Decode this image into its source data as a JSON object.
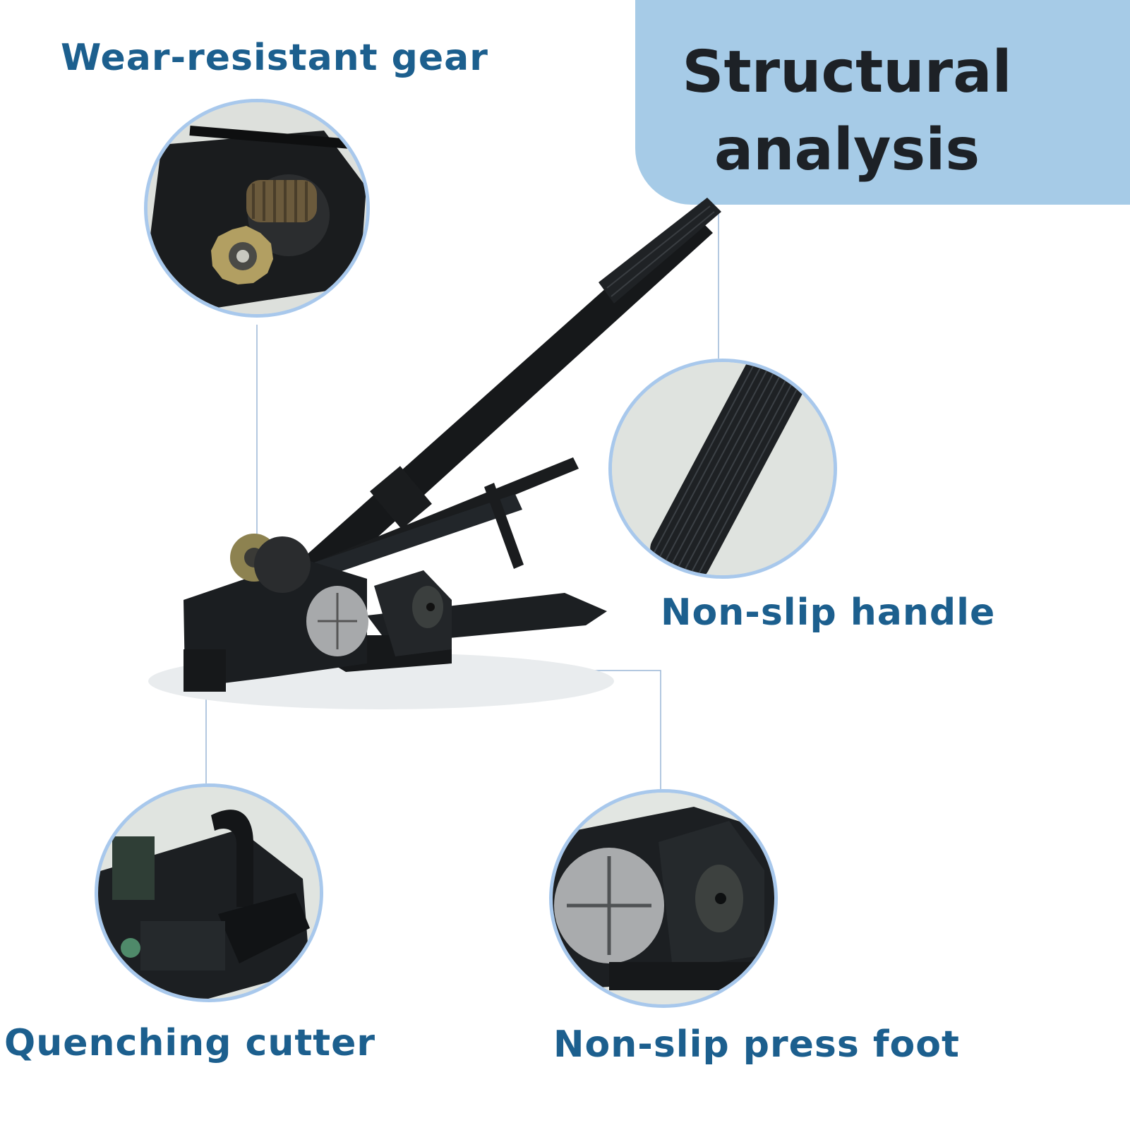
{
  "title": {
    "line1": "Structural",
    "line2": "analysis"
  },
  "features": {
    "gear": "Wear-resistant gear",
    "handle": "Non-slip handle",
    "cutter": "Quenching cutter",
    "press_foot": "Non-slip press foot"
  },
  "colors": {
    "label_blue": "#1c5f8e",
    "panel_blue": "#a6cbe7",
    "circle_ring": "#a8c8ec",
    "connector": "#9ab6d6",
    "tool_black": "#16181a"
  }
}
